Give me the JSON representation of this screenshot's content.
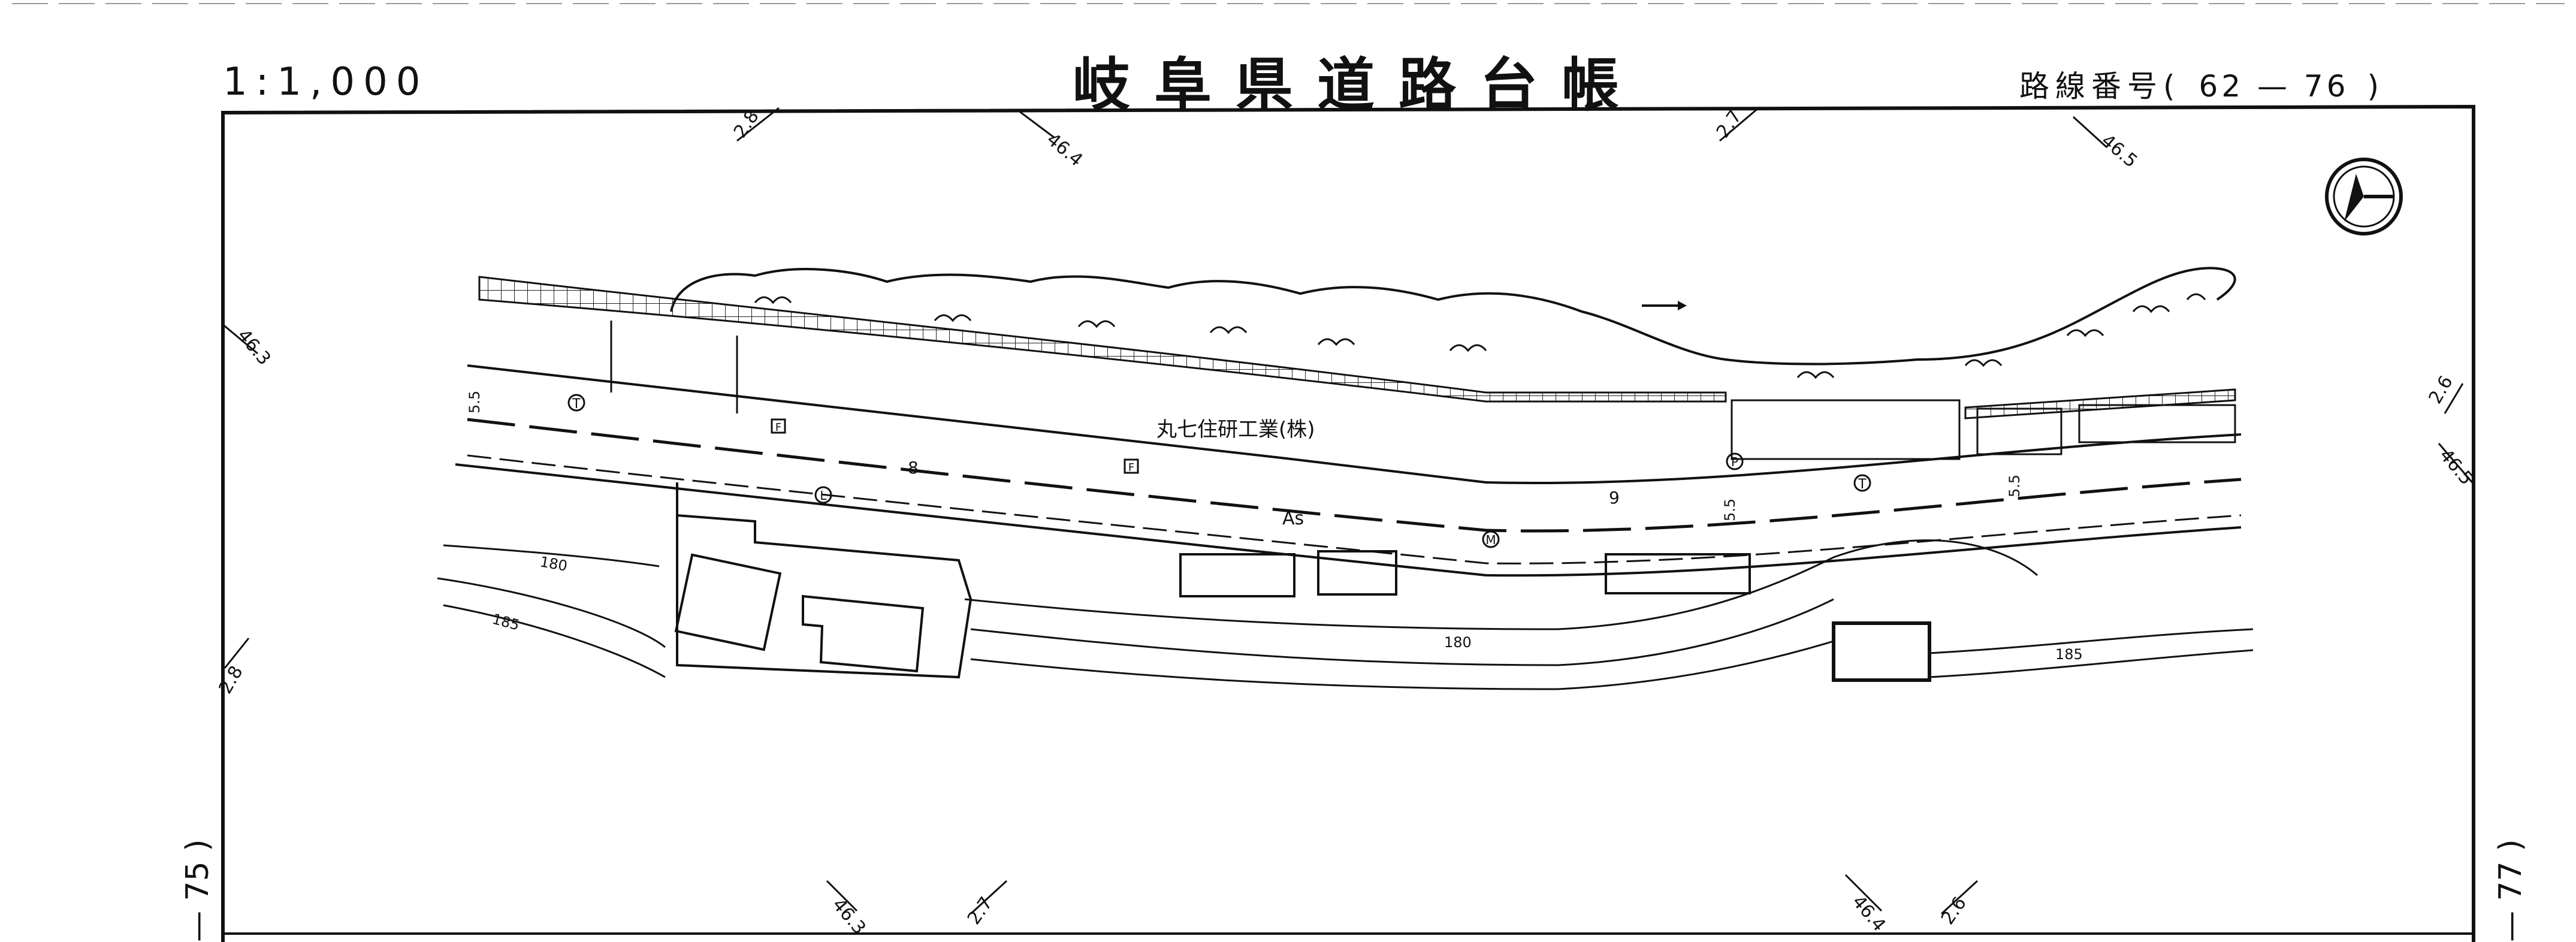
{
  "header": {
    "scale": "1:1,000",
    "title": "岐阜県道路台帳",
    "route_label": "路線番号(",
    "route_numbers": "62 — 76",
    "route_close": ")"
  },
  "sheet_refs": {
    "left": "— 75 )",
    "right": "— 77 )"
  },
  "map": {
    "building_label": "丸七住研工業(株)",
    "pavement_label": "As",
    "stations": [
      "8",
      "9"
    ],
    "road_widths": [
      "5.5",
      "5.5",
      "5.5"
    ],
    "contours": [
      "180",
      "185",
      "180",
      "185"
    ],
    "grid_marks": [
      "2.8",
      "46.4",
      "2.7",
      "46.5",
      "46.3",
      "2.6",
      "46.5",
      "2.8",
      "46.3",
      "2.7",
      "46.4",
      "2.6"
    ],
    "utility_symbols": [
      "T",
      "T",
      "F",
      "F",
      "P",
      "L",
      "M"
    ]
  }
}
